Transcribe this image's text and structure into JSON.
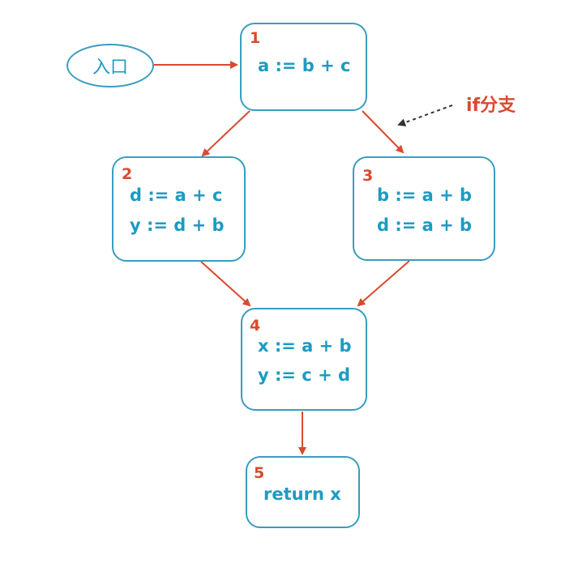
{
  "entry": {
    "label": "入口"
  },
  "branch_label": "if分支",
  "blocks": [
    {
      "id": "1",
      "lines": [
        "a := b + c"
      ]
    },
    {
      "id": "2",
      "lines": [
        "d := a + c",
        "y := d + b"
      ]
    },
    {
      "id": "3",
      "lines": [
        "b := a + b",
        "d := a + b"
      ]
    },
    {
      "id": "4",
      "lines": [
        "x := a + b",
        "y := c + d"
      ]
    },
    {
      "id": "5",
      "lines": [
        "return x"
      ]
    }
  ],
  "colors": {
    "box_border": "#3a9cbf",
    "code_text": "#1c9bc2",
    "arrow": "#d94a2e",
    "annotation_arrow": "#333333"
  }
}
